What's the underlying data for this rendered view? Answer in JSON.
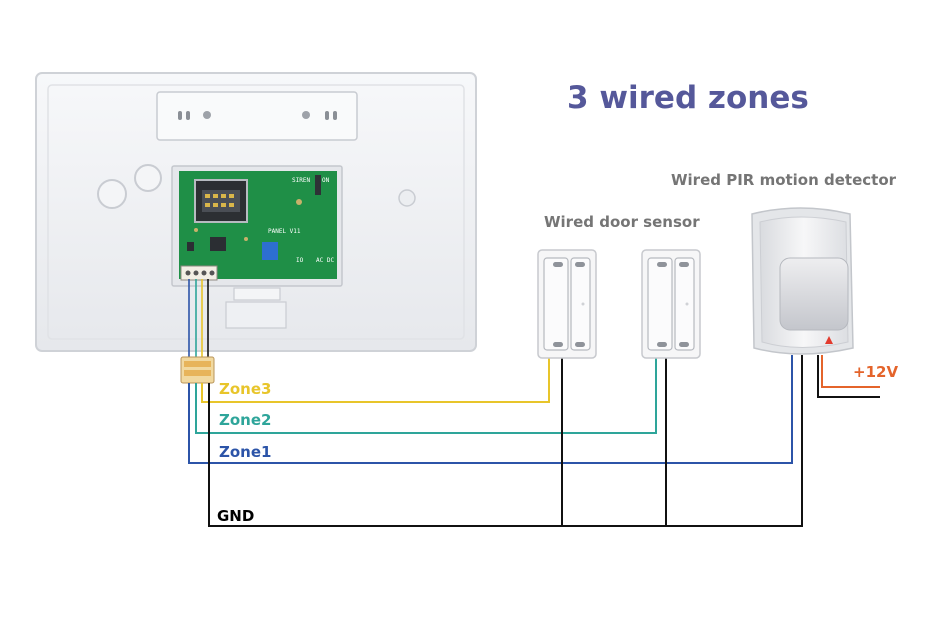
{
  "title": "3 wired zones",
  "labels": {
    "door_sensor": "Wired door sensor",
    "pir_detector": "Wired PIR motion detector",
    "power": "+12V",
    "ground": "GND"
  },
  "zones": [
    {
      "name": "Zone3",
      "color": "#e8c52a"
    },
    {
      "name": "Zone2",
      "color": "#2ea59a"
    },
    {
      "name": "Zone1",
      "color": "#2c54a8"
    }
  ],
  "pcb": {
    "board_text": "PANEL V11",
    "siren_text": "SIREN",
    "on_text": "ON",
    "io_text": "IO",
    "ac_text": "AC DC"
  },
  "colors": {
    "title": "#55589a",
    "label": "#757575",
    "ground_wire": "#000000",
    "power_wire": "#e4642b",
    "pcb": "#1f8f47",
    "panel": "#f1f2f4"
  }
}
